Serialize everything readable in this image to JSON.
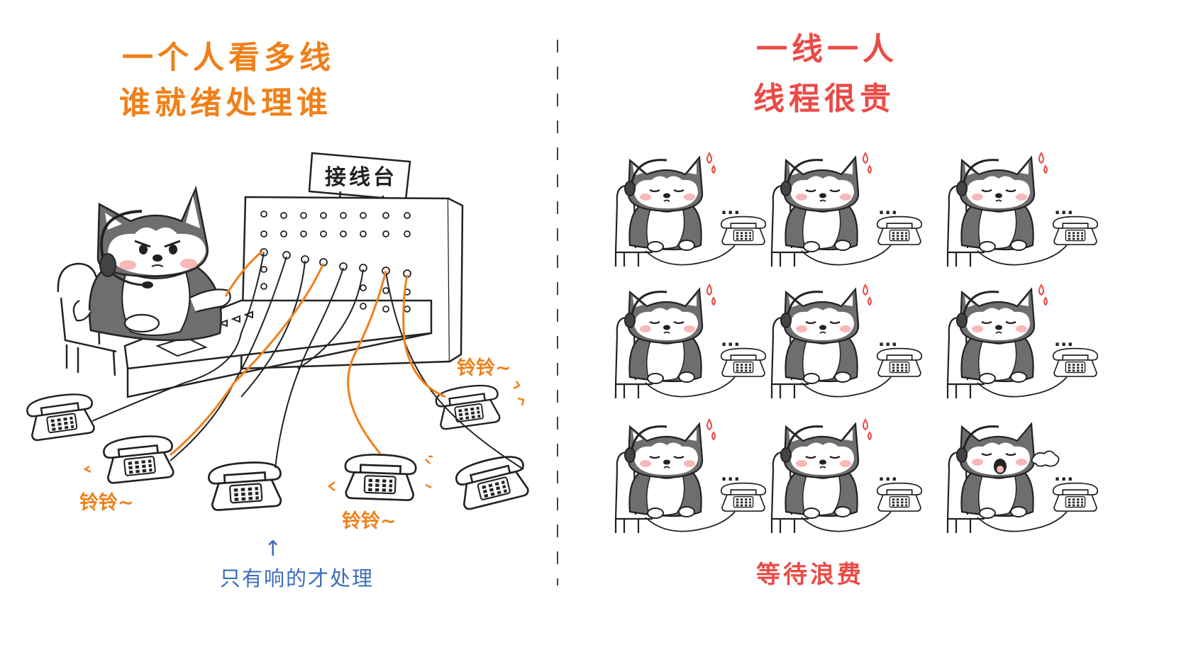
{
  "left_panel": {
    "title_line1": "一个人看多线",
    "title_line2": "谁就绪处理谁",
    "switchboard_sign": "接线台",
    "ring_label": "铃铃~",
    "note": "只有响的才处理",
    "note_arrow": "↑"
  },
  "right_panel": {
    "title_line1": "一线一人",
    "title_line2": "线程很贵",
    "waiting_dots": "...",
    "bottom_caption": "等待浪费"
  },
  "colors": {
    "orange": "#f08019",
    "red": "#ec4a46",
    "blue": "#3d6dba",
    "ink": "#222222",
    "husky_gray": "#6e6e70",
    "blush": "#f8b8b8"
  }
}
